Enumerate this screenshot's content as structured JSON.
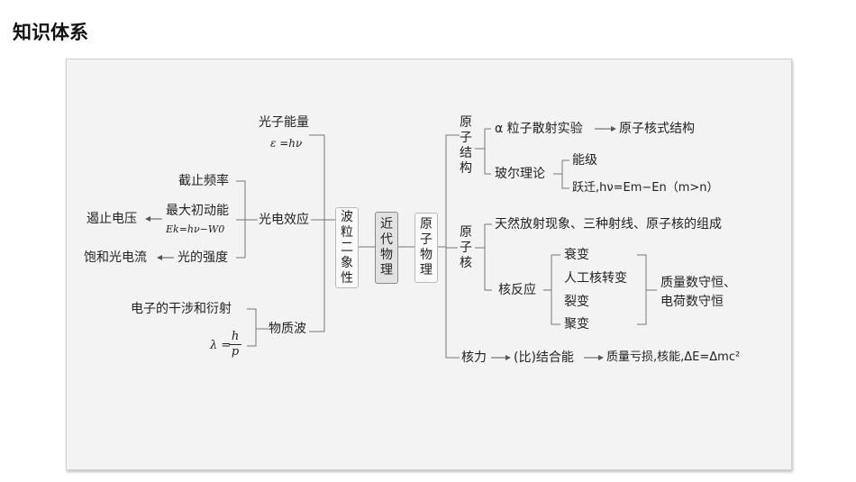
{
  "page_title": "知识体系",
  "center": "近代物理",
  "left_branch": {
    "label": "波粒二象性",
    "photon_energy": {
      "label": "光子能量",
      "formula": "ε =hν"
    },
    "photoelectric": {
      "label": "光电效应",
      "cutoff_freq": "截止频率",
      "max_ke": "最大初动能",
      "max_ke_formula": "Ek=hν−W0",
      "stop_voltage": "遏止电压",
      "sat_current": "饱和光电流",
      "light_intensity": "光的强度"
    },
    "matter_wave": {
      "label": "物质波",
      "interference": "电子的干涉和衍射",
      "lambda_lhs": "λ =",
      "lambda_num": "h",
      "lambda_den": "p"
    }
  },
  "right_branch": {
    "label": "原子物理",
    "atomic_structure": {
      "label": "原子结构",
      "alpha": "α 粒子散射实验",
      "nuclear_model": "原子核式结构",
      "bohr": "玻尔理论",
      "energy_level": "能级",
      "transition": "跃迁,hν=Em−En（m>n）"
    },
    "nucleus": {
      "label": "原子核",
      "radioactivity": "天然放射现象、三种射线、原子核的组成",
      "reaction": "核反应",
      "items": [
        "衰变",
        "人工核转变",
        "裂变",
        "聚变"
      ],
      "conservation_1": "质量数守恒、",
      "conservation_2": "电荷数守恒"
    },
    "nuclear_force": {
      "label": "核力",
      "binding": "(比)结合能",
      "mass_defect": "质量亏损,核能,ΔE=Δmc²"
    }
  }
}
